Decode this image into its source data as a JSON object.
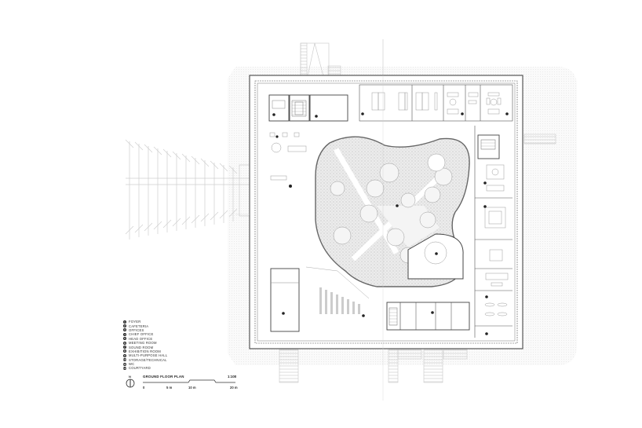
{
  "drawing": {
    "title": "GROUND FLOOR PLAN",
    "scale_ratio": "1:100",
    "north_label": "N",
    "scale_ticks": [
      "0",
      "5 m",
      "10 m",
      "20 m"
    ]
  },
  "legend": {
    "items": [
      {
        "num": "1",
        "label": "FOYER"
      },
      {
        "num": "2",
        "label": "CAFETERIA"
      },
      {
        "num": "3",
        "label": "OFFICES"
      },
      {
        "num": "4",
        "label": "CHIEF OFFICE"
      },
      {
        "num": "5",
        "label": "HEAD OFFICE"
      },
      {
        "num": "6",
        "label": "MEETING ROOM"
      },
      {
        "num": "7",
        "label": "SOUND ROOM"
      },
      {
        "num": "8",
        "label": "EXHIBITION ROOM"
      },
      {
        "num": "9",
        "label": "MULTI-PURPOSE HALL"
      },
      {
        "num": "10",
        "label": "STORAGE/TECHNICAL"
      },
      {
        "num": "11",
        "label": "WC"
      },
      {
        "num": "12",
        "label": "COURTYARD"
      }
    ]
  },
  "colors": {
    "background": "#ffffff",
    "line": "#333333",
    "hatch": "#e8e8e8",
    "vegetation": "#cfcfcf"
  }
}
